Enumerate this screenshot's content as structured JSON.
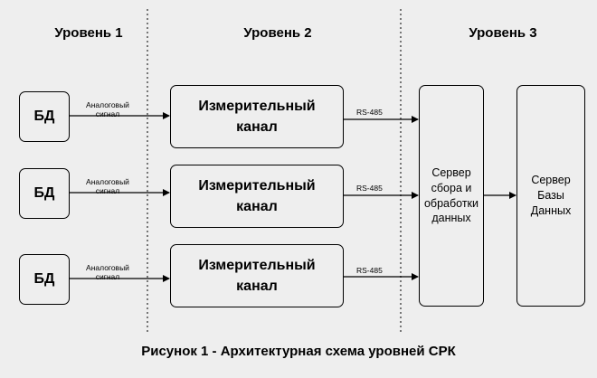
{
  "levels": [
    "Уровень 1",
    "Уровень 2",
    "Уровень 3"
  ],
  "rows": [
    {
      "detector": "БД",
      "signal": "Аналоговый\nсигнал",
      "channel": "Измерительный\nканал",
      "interface": "RS-485"
    },
    {
      "detector": "БД",
      "signal": "Аналоговый\nсигнал",
      "channel": "Измерительный\nканал",
      "interface": "RS-485"
    },
    {
      "detector": "БД",
      "signal": "Аналоговый\nсигнал",
      "channel": "Измерительный\nканал",
      "interface": "RS-485"
    }
  ],
  "collection_server": "Сервер\nсбора и\nобработки\nданных",
  "database_server": "Сервер\nБазы\nДанных",
  "caption": "Рисунок 1 - Архитектурная схема уровней СРК"
}
